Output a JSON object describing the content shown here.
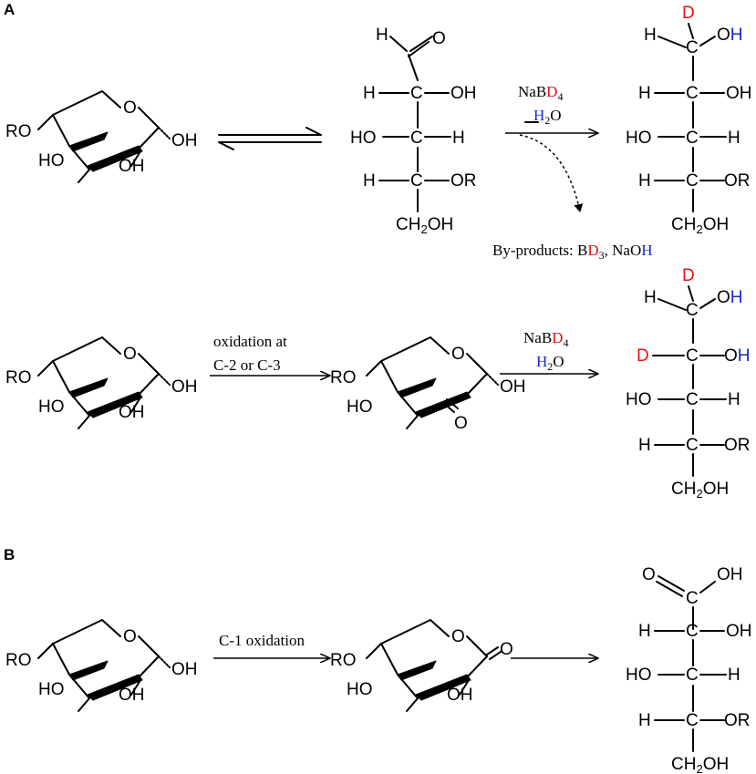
{
  "panels": {
    "a": "A",
    "b": "B"
  },
  "groups": {
    "ro": "RO",
    "oh": "OH",
    "ho": "HO",
    "or": "OR",
    "o": "O",
    "h": "H",
    "c": "C",
    "d": "D",
    "ch2oh_main": "CH",
    "ch2oh_sub": "2",
    "ch2oh_tail": "OH"
  },
  "reagents": {
    "nabd4_main": "NaB",
    "nabd4_d": "D",
    "nabd4_sub": "4",
    "h2o_h": "H",
    "h2o_sub": "2",
    "h2o_o": "O",
    "oxidation_line1": "oxidation at",
    "oxidation_line2": "C-2 or C-3",
    "c1_oxidation": "C-1 oxidation"
  },
  "byproducts": {
    "label": "By-products: B",
    "d": "D",
    "sub": "3",
    "naoh": ", NaO",
    "h": "H"
  }
}
